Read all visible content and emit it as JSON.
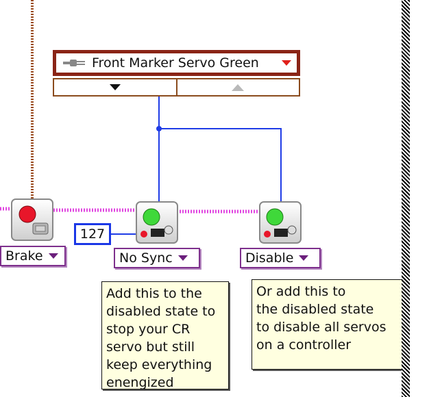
{
  "typedef": {
    "label": "Front Marker Servo Green"
  },
  "vis": {
    "brake_label": "Brake",
    "no_sync_label": "No Sync",
    "disable_label": "Disable"
  },
  "constant": {
    "value": "127"
  },
  "comments": {
    "left": [
      "Add this to  the",
      "disabled state to",
      "stop your CR",
      "servo but still",
      "keep everything",
      "enengized"
    ],
    "right": [
      "Or add this to",
      "the disabled state",
      "to disable all servos",
      "on a controller"
    ]
  },
  "colors": {
    "wire_blue": "#1f3ce6",
    "wire_pink": "#e046e0",
    "wire_brown": "#9a4b1f",
    "typedef_border": "#8a2416",
    "comment_bg": "#ffffe0"
  }
}
